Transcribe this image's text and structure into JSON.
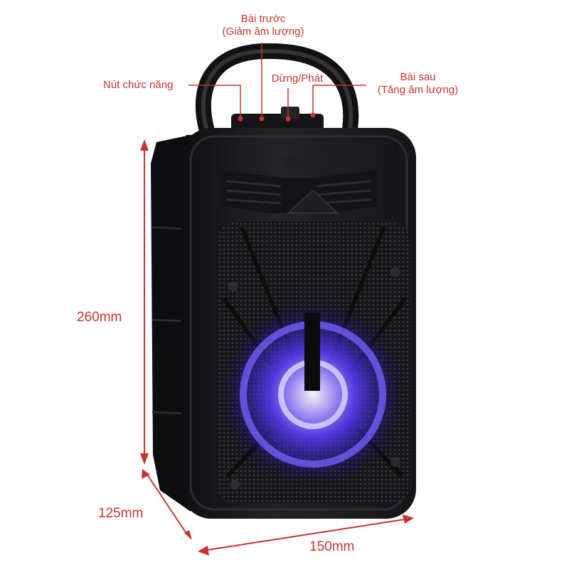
{
  "annotations": {
    "prev_track": {
      "line1": "Bài trước",
      "line2": "(Giảm âm lượng)"
    },
    "function_button": "Nút chức năng",
    "play_pause": "Dừng/Phát",
    "next_track": {
      "line1": "Bài sau",
      "line2": "(Tăng âm lượng)"
    }
  },
  "dimensions": {
    "height": "260mm",
    "depth": "125mm",
    "width": "150mm"
  },
  "colors": {
    "annotation": "#c8322e",
    "speaker_body": "#1c1c1e",
    "led_glow": "#5a3cff"
  }
}
